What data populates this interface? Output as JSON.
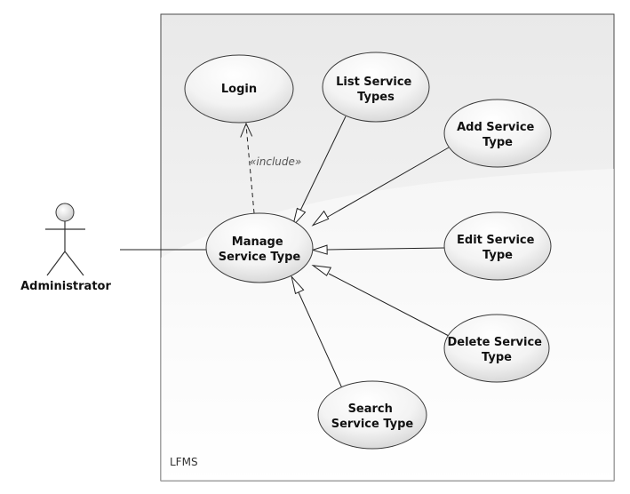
{
  "system": {
    "name": "LFMS"
  },
  "actor": {
    "name": "Administrator"
  },
  "use_cases": {
    "login": [
      "Login"
    ],
    "list": [
      "List Service",
      "Types"
    ],
    "add": [
      "Add Service",
      "Type"
    ],
    "manage": [
      "Manage",
      "Service Type"
    ],
    "edit": [
      "Edit Service",
      "Type"
    ],
    "delete": [
      "Delete Service",
      "Type"
    ],
    "search": [
      "Search",
      "Service Type"
    ]
  },
  "include_label": "«include»",
  "colors": {
    "border": "#4a4a4a",
    "ellipse_light": "#ffffff",
    "ellipse_dark": "#d6d6d6",
    "line": "#222222"
  }
}
